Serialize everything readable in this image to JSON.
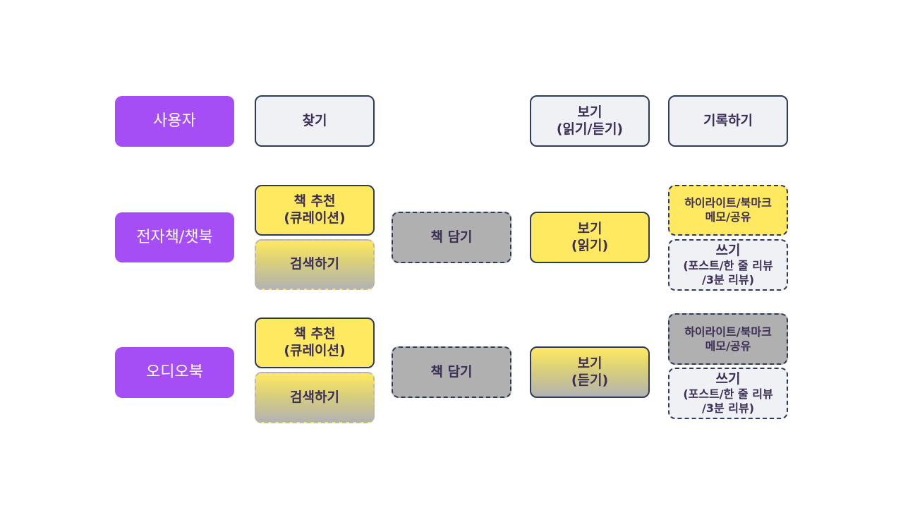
{
  "header_row": {
    "user_label": "사용자",
    "find_label": "찾기",
    "view_line1": "보기",
    "view_line2": "(읽기/듣기)",
    "record_label": "기록하기"
  },
  "ebook_row": {
    "user_label": "전자책/챗북",
    "recommend_line1": "책 추천",
    "recommend_line2": "(큐레이션)",
    "search_label": "검색하기",
    "save_label": "책 담기",
    "view_line1": "보기",
    "view_line2": "(읽기)",
    "highlight_line1": "하이라이트/북마크",
    "highlight_line2": "메모/공유",
    "write_line1": "쓰기",
    "write_line2": "(포스트/한 줄 리뷰",
    "write_line3": "/3분 리뷰)"
  },
  "audiobook_row": {
    "user_label": "오디오북",
    "recommend_line1": "책 추천",
    "recommend_line2": "(큐레이션)",
    "search_label": "검색하기",
    "save_label": "책 담기",
    "view_line1": "보기",
    "view_line2": "(듣기)",
    "highlight_line1": "하이라이트/북마크",
    "highlight_line2": "메모/공유",
    "write_line1": "쓰기",
    "write_line2": "(포스트/한 줄 리뷰",
    "write_line3": "/3분 리뷰)"
  },
  "colors": {
    "user_purple": "#a54ef5",
    "active_yellow": "#ffe961",
    "inactive_gray": "#b0b0b0",
    "header_light": "#f0f1f5",
    "border_navy": "#2e3a59"
  }
}
